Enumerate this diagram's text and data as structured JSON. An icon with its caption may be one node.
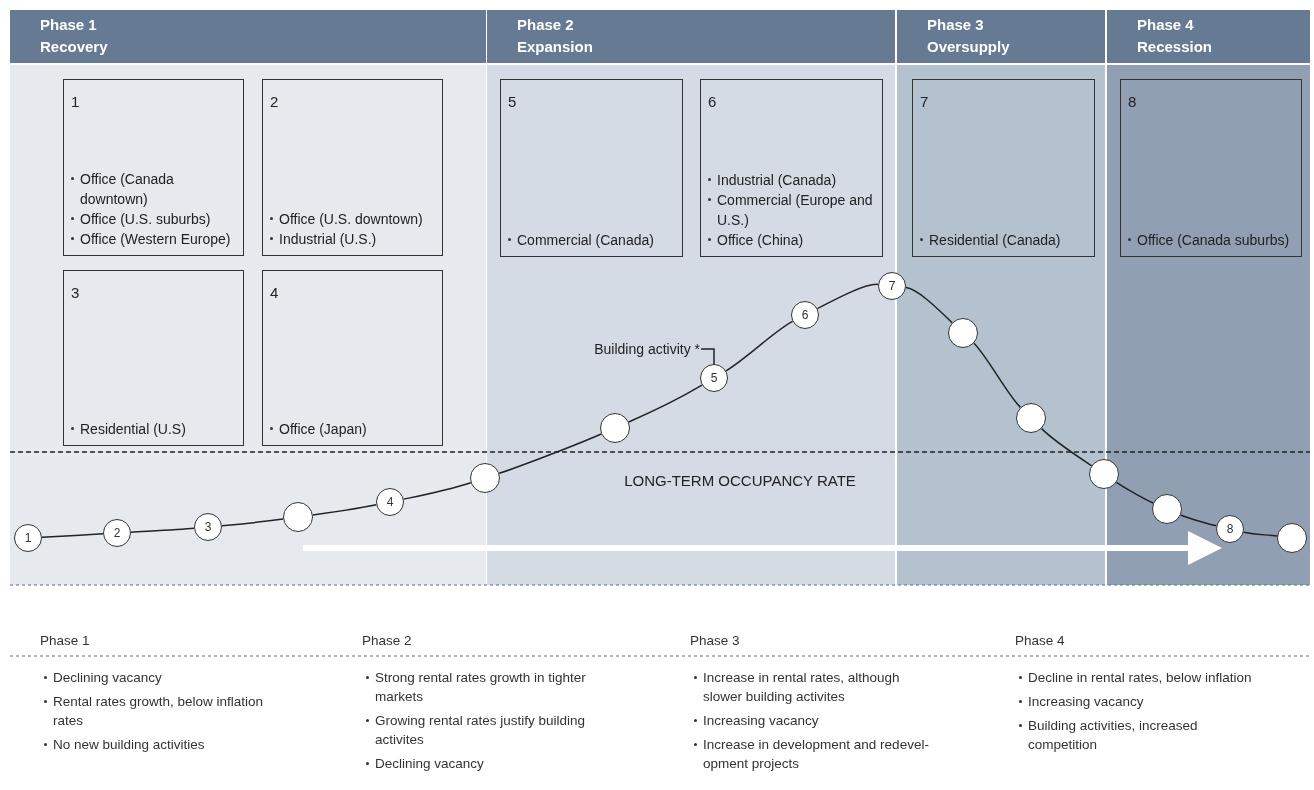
{
  "diagram": {
    "nodes": [
      {
        "text": [
          "Phase 1",
          "Recovery"
        ]
      },
      {
        "text": [
          "1",
          "Office (Canada downtown)",
          "Office (U.S. suburbs)",
          "Office (Western Europe)"
        ],
        "in": 0
      },
      {
        "text": [
          "2",
          "Office (U.S. downtown)",
          "Industrial (U.S.)"
        ],
        "in": 0
      },
      {
        "text": [
          "3",
          "Residential (U.S)"
        ],
        "in": 0
      },
      {
        "text": [
          "4",
          "Office (Japan)"
        ],
        "in": 0
      },
      {
        "text": [
          "Phase 2",
          "Expansion"
        ]
      },
      {
        "text": [
          "5",
          "Commercial (Canada)"
        ],
        "in": 5
      },
      {
        "text": [
          "6",
          "Industrial (Canada)",
          "Commercial (Europe and U.S.)",
          "Office (China)"
        ],
        "in": 5
      },
      {
        "text": [
          "Phase 3",
          "Oversupply"
        ]
      },
      {
        "text": [
          "7",
          "Residential (Canada)"
        ],
        "in": 8
      },
      {
        "text": [
          "Phase 4",
          "Recession"
        ]
      },
      {
        "text": [
          "8",
          "Office (Canada suburbs)"
        ],
        "in": 10
      },
      {
        "text": [
          "Building activity *"
        ],
        "in": 5
      },
      {
        "text": [
          "1"
        ],
        "in": 0
      },
      {
        "text": [
          "2"
        ],
        "in": 0
      },
      {
        "text": [
          "3"
        ],
        "in": 0
      },
      {
        "text": [],
        "shape": "circle",
        "in": 0
      },
      {
        "text": [
          "4"
        ],
        "in": 0
      },
      {
        "text": [],
        "shape": "circle"
      },
      {
        "text": [],
        "shape": "circle",
        "in": 5
      },
      {
        "text": [
          "5"
        ],
        "in": 5
      },
      {
        "text": [
          "6"
        ],
        "in": 5
      },
      {
        "text": [
          "7"
        ]
      },
      {
        "text": [],
        "shape": "circle",
        "in": 8
      },
      {
        "text": [],
        "shape": "circle",
        "in": 8
      },
      {
        "text": [],
        "shape": "circle"
      },
      {
        "text": [],
        "shape": "circle",
        "in": 10
      },
      {
        "text": [
          "8"
        ],
        "in": 10
      },
      {
        "text": [],
        "shape": "circle",
        "in": 10
      }
    ],
    "edges": [
      {
        "from": 13,
        "to": 14,
        "arrow": "none"
      },
      {
        "from": 14,
        "to": 15,
        "arrow": "none"
      },
      {
        "from": 15,
        "to": 16,
        "arrow": "none"
      },
      {
        "from": 16,
        "to": 17,
        "arrow": "none"
      },
      {
        "from": 17,
        "to": 18,
        "arrow": "none"
      },
      {
        "from": 18,
        "to": 19,
        "arrow": "none"
      },
      {
        "from": 19,
        "to": 20,
        "arrow": "none"
      },
      {
        "from": 20,
        "to": 21,
        "arrow": "none"
      },
      {
        "from": 21,
        "to": 22,
        "arrow": "none"
      },
      {
        "from": 22,
        "to": 23,
        "arrow": "none"
      },
      {
        "from": 23,
        "to": 24,
        "arrow": "none"
      },
      {
        "from": 24,
        "to": 25,
        "arrow": "none"
      },
      {
        "from": 25,
        "to": 26,
        "arrow": "none"
      },
      {
        "from": 26,
        "to": 27,
        "arrow": "none"
      },
      {
        "from": 27,
        "to": 28,
        "arrow": "none"
      },
      {
        "from": 12,
        "to": 20,
        "arrow": "none"
      }
    ],
    "labels": [
      "LONG-TERM OCCUPANCY RATE",
      "Phase 1",
      "Phase 2",
      "Phase 3",
      "Phase 4",
      "Declining vacancy",
      "Rental rates growth, below inflation rates",
      "No new building activities",
      "Strong rental rates growth in tighter markets",
      "Growing rental rates justify building activites",
      "Declining vacancy",
      "Increase in rental rates, although slower building activites",
      "Increasing vacancy",
      "Increase in development and redevel-opment projects",
      "Decline in rental rates, below inflation",
      "Increasing vacancy",
      "Building activities, increased competition"
    ]
  }
}
